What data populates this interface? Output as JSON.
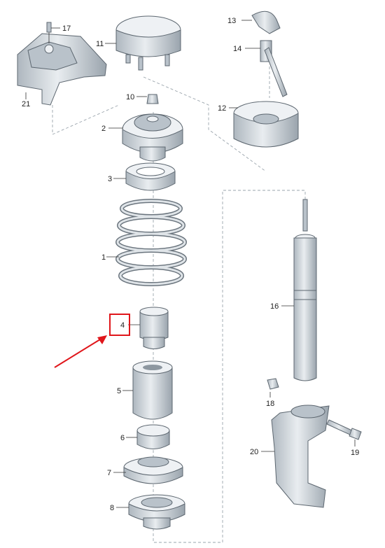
{
  "callouts": [
    {
      "id": "c1",
      "text": "1"
    },
    {
      "id": "c2",
      "text": "2"
    },
    {
      "id": "c3",
      "text": "3"
    },
    {
      "id": "c4",
      "text": "4"
    },
    {
      "id": "c5",
      "text": "5"
    },
    {
      "id": "c6",
      "text": "6"
    },
    {
      "id": "c7",
      "text": "7"
    },
    {
      "id": "c8",
      "text": "8"
    },
    {
      "id": "c10",
      "text": "10"
    },
    {
      "id": "c11",
      "text": "11"
    },
    {
      "id": "c12",
      "text": "12"
    },
    {
      "id": "c13",
      "text": "13"
    },
    {
      "id": "c14",
      "text": "14"
    },
    {
      "id": "c16",
      "text": "16"
    },
    {
      "id": "c17",
      "text": "17"
    },
    {
      "id": "c18",
      "text": "18"
    },
    {
      "id": "c19",
      "text": "19"
    },
    {
      "id": "c20",
      "text": "20"
    },
    {
      "id": "c21",
      "text": "21"
    }
  ],
  "highlight": {
    "callout": "4",
    "box_color": "#e0161b",
    "arrow_color": "#e0161b"
  }
}
